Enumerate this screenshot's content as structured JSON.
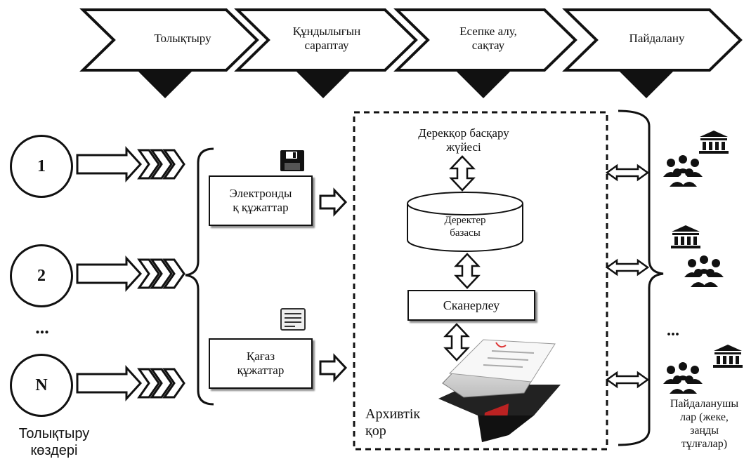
{
  "stages": [
    {
      "label": "Толықтыру"
    },
    {
      "label": "Құндылығын\nсараптау"
    },
    {
      "label": "Есепке алу,\nсақтау"
    },
    {
      "label": "Пайдалану"
    }
  ],
  "sources": {
    "items": [
      "1",
      "2",
      "N"
    ],
    "ellipsis": "...",
    "caption": "Толықтыру\nкөздері"
  },
  "documents": {
    "electronic": "Электронды\nқ құжаттар",
    "paper": "Қағаз\nқұжаттар"
  },
  "archive": {
    "dbms": "Дерекқор басқару\nжүйесі",
    "database": "Деректер\nбазасы",
    "scanning": "Сканерлеу",
    "fund": "Архивтік\nқор"
  },
  "users": {
    "ellipsis": "...",
    "caption": "Пайдаланушы\nлар (жеке,\nзаңды\nтұлғалар)"
  },
  "icons": [
    "floppy-disk-icon",
    "document-icon",
    "building-icon",
    "people-icon",
    "paper-stack-icon"
  ]
}
